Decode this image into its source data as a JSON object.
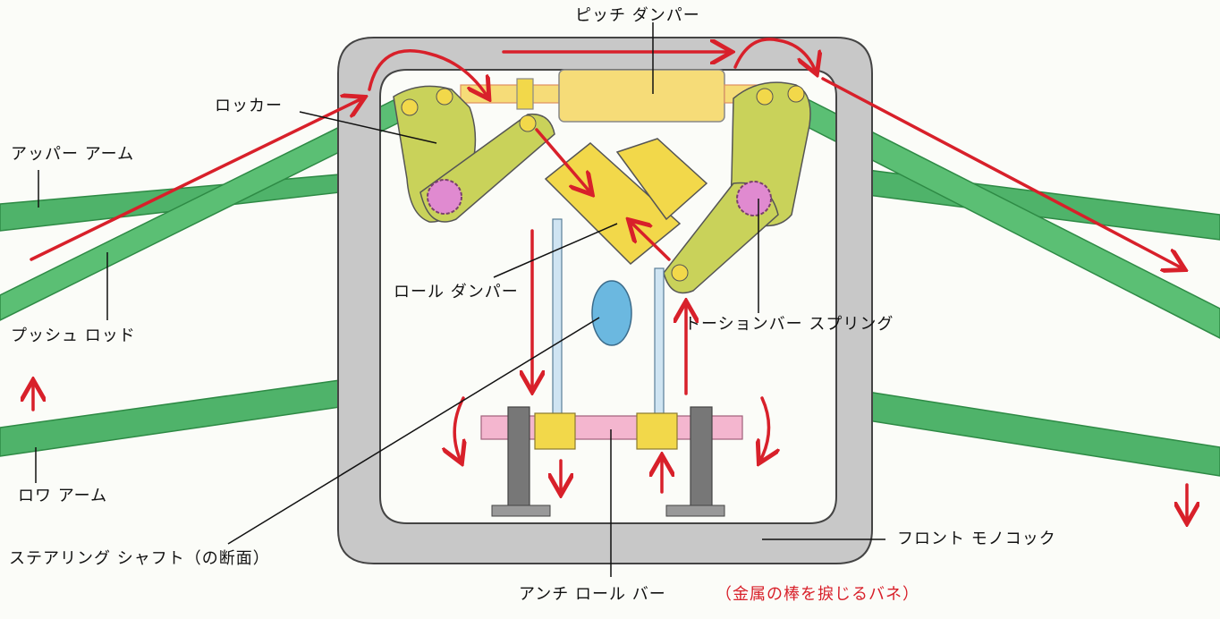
{
  "labels": {
    "pitch_damper": "ピッチ ダンパー",
    "rocker": "ロッカー",
    "upper_arm": "アッパー アーム",
    "push_rod": "プッシュ ロッド",
    "roll_damper": "ロール ダンパー",
    "torsion_bar": "トーションバー スプリング",
    "lower_arm": "ロワ アーム",
    "steering_shaft": "ステアリング シャフト（の断面）",
    "front_monocoque": "フロント モノコック",
    "anti_roll_bar": "アンチ ロール バー",
    "anti_roll_bar_note": "（金属の棒を捩じるバネ）"
  },
  "colors": {
    "arm_green": "#4fb36a",
    "arm_green_dark": "#2e8a45",
    "rocker": "#c9d25a",
    "damper": "#f6dc78",
    "roll_damper": "#f2d84a",
    "torsion": "#e08ad0",
    "anti_roll_bar": "#f4b6cf",
    "monocoque": "#c8c8c8",
    "steering": "#6bb8e0",
    "arrow_red": "#d8202a",
    "outline": "#444444"
  }
}
